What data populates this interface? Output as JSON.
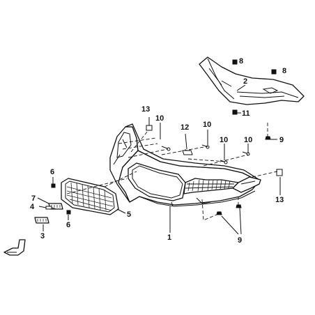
{
  "callouts": {
    "c1": "1",
    "c2": "2",
    "c3": "3",
    "c4": "4",
    "c5": "5",
    "c6a": "6",
    "c6b": "6",
    "c7": "7",
    "c8a": "8",
    "c8b": "8",
    "c9a": "9",
    "c9b": "9",
    "c10a": "10",
    "c10b": "10",
    "c10c": "10",
    "c10d": "10",
    "c11": "11",
    "c12": "12",
    "c13a": "13",
    "c13b": "13"
  },
  "icons": {
    "direction": "front-direction-arrow-icon"
  }
}
